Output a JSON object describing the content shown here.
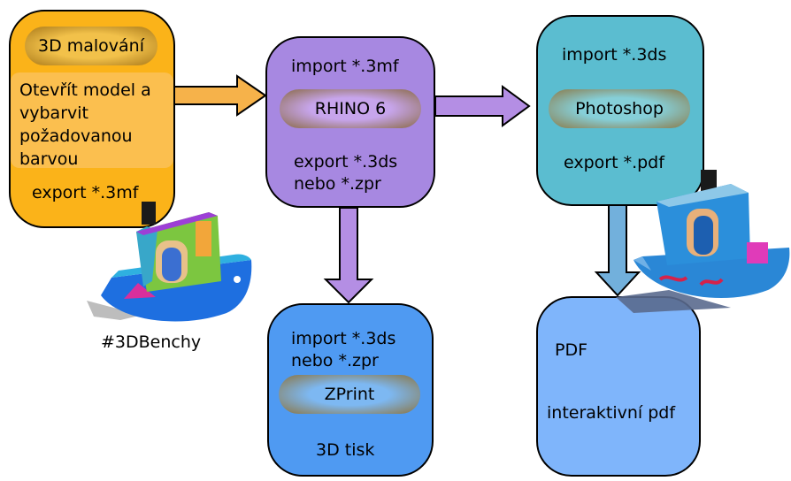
{
  "nodes": {
    "paint": {
      "title": "3D malování",
      "line1": "Otevřít model a",
      "line2": "vybarvit",
      "line3": "požadovanou",
      "line4": "barvou",
      "export": "export *.3mf",
      "color": "#fbb319"
    },
    "rhino": {
      "import": "import *.3mf",
      "title": "RHINO 6",
      "export1": "export *.3ds",
      "export2": "nebo *.zpr",
      "color": "#a788e1"
    },
    "photoshop": {
      "import": "import *.3ds",
      "title": "Photoshop",
      "export": "export *.pdf",
      "color": "#5bbdd0"
    },
    "zprint": {
      "import1": "import *.3ds",
      "import2": "nebo *.zpr",
      "title": "ZPrint",
      "output": "3D tisk",
      "color": "#4f9af2"
    },
    "pdf": {
      "line1": "PDF",
      "line2": "interaktivní pdf",
      "color": "#7fb5fb"
    }
  },
  "benchy_label": "#3DBenchy"
}
